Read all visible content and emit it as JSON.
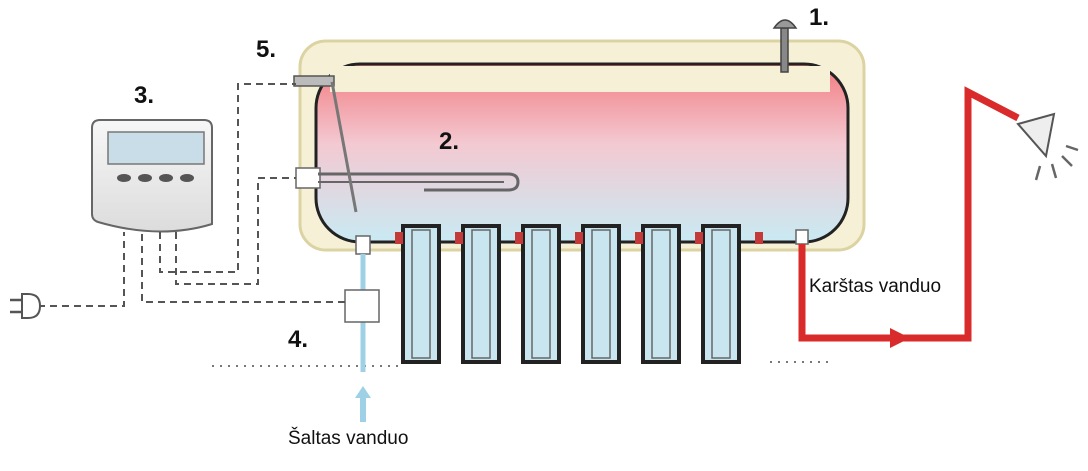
{
  "labels": {
    "n1": "1.",
    "n2": "2.",
    "n3": "3.",
    "n4": "4.",
    "n5": "5.",
    "hot": "Karštas vanduo",
    "cold": "Šaltas vanduo"
  },
  "colors": {
    "casing": "#f6f1d6",
    "casing_border": "#dcd3a2",
    "tank_top": "#f37b80",
    "tank_bottom": "#c9eaf3",
    "tube_fill": "#c8e5f0",
    "hot_pipe": "#d92b2b",
    "cold_pipe": "#9fd1e6",
    "wire": "#555555"
  },
  "icons": [
    "plug-icon",
    "shower-icon",
    "valve-icon",
    "arrow-up-icon",
    "arrow-right-icon"
  ]
}
